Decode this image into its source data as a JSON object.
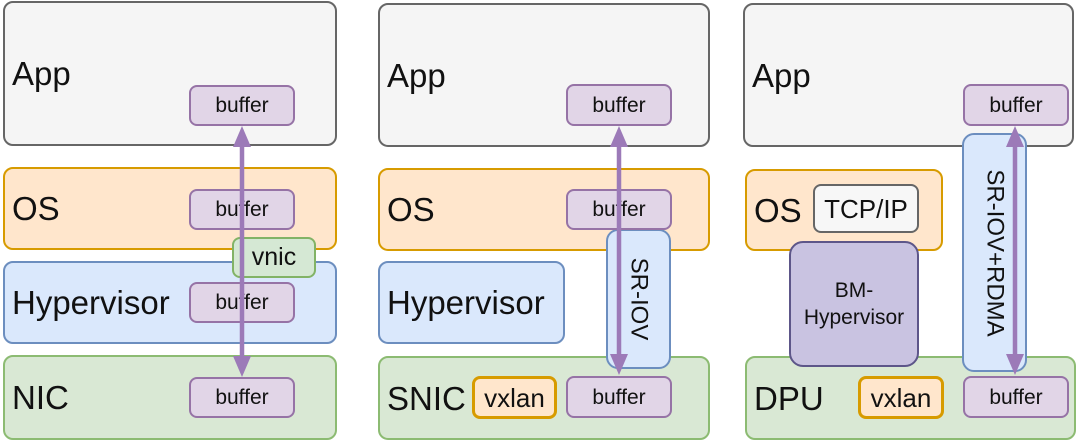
{
  "panels": {
    "left": {
      "app": "App",
      "os": "OS",
      "hypervisor": "Hypervisor",
      "device": "NIC",
      "app_buffer": "buffer",
      "os_buffer": "buffer",
      "hyp_buffer": "buffer",
      "device_buffer": "buffer",
      "vnic": "vnic"
    },
    "middle": {
      "app": "App",
      "os": "OS",
      "hypervisor": "Hypervisor",
      "device": "SNIC",
      "app_buffer": "buffer",
      "os_buffer": "buffer",
      "device_buffer": "buffer",
      "vxlan": "vxlan",
      "connector": "SR-IOV"
    },
    "right": {
      "app": "App",
      "os": "OS",
      "tcpip": "TCP/IP",
      "hypervisor": "BM-Hypervisor",
      "device": "DPU",
      "app_buffer": "buffer",
      "device_buffer": "buffer",
      "vxlan": "vxlan",
      "connector": "SR-IOV+RDMA"
    }
  },
  "colors": {
    "layer_gray_fill": "#f5f5f5",
    "layer_gray_stroke": "#666666",
    "layer_orange_fill": "#ffe6cc",
    "layer_orange_stroke": "#d79b00",
    "layer_blue_fill": "#dae8fc",
    "layer_blue_stroke": "#6c8ebf",
    "layer_green_fill": "#d9e8d4",
    "layer_green_stroke": "#8cbb72",
    "buffer_fill": "#e1d5e7",
    "buffer_stroke": "#9673a6",
    "vnic_fill": "#d5e8d4",
    "vnic_stroke": "#82b366",
    "vxlan_fill": "#ffe6cc",
    "vxlan_stroke": "#d79b00",
    "tcpip_fill": "#f7f7f7",
    "tcpip_stroke": "#666666",
    "bm_fill": "#c9c3e1",
    "bm_stroke": "#5d5689",
    "connector_fill": "#dae8fc",
    "connector_stroke": "#6c8ebf",
    "arrow": "#9c7ab8"
  }
}
